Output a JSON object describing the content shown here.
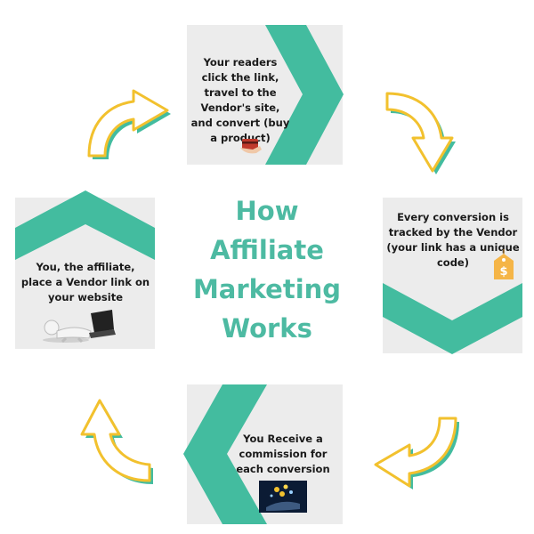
{
  "title": {
    "lines": [
      "How",
      "Affiliate",
      "Marketing",
      "Works"
    ]
  },
  "colors": {
    "accent": "#43bc9f",
    "title": "#4dbaa2",
    "panel_bg": "#ececec",
    "arrow_outline": "#f2c12e"
  },
  "steps": [
    {
      "id": "top",
      "text": "Your readers click the link, travel to the Vendor's site, and convert (buy a product)",
      "icon": "credit-card-hand-icon"
    },
    {
      "id": "right",
      "text": "Every conversion is tracked by the Vendor (your link has a unique code)",
      "icon": "dollar-tag-icon"
    },
    {
      "id": "bottom",
      "text": "You Receive a commission for each conversion",
      "icon": "money-hand-icon"
    },
    {
      "id": "left",
      "text": "You, the affiliate, place a Vendor link on your website",
      "icon": "person-laptop-icon"
    }
  ],
  "tag_symbol": "$"
}
